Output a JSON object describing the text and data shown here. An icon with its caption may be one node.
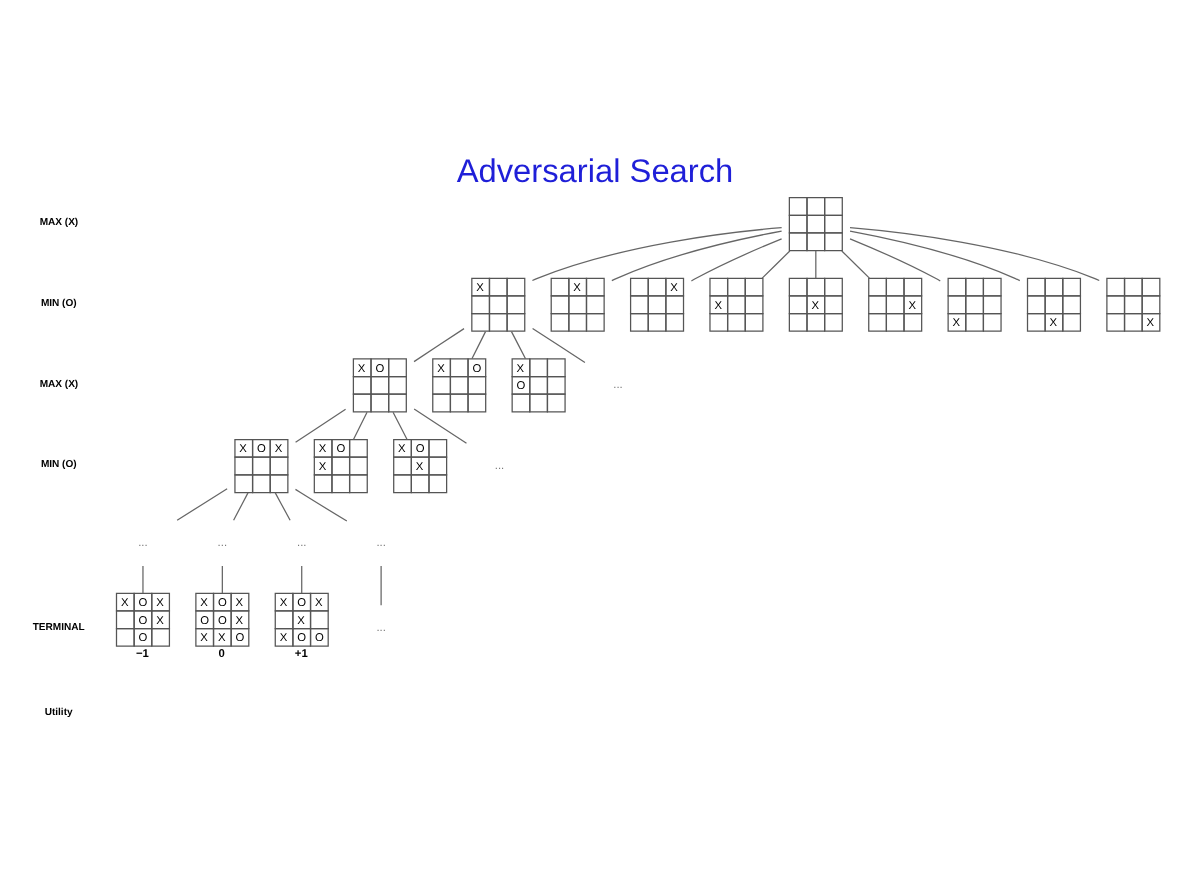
{
  "diagram": {
    "title": "Adversarial Search",
    "nodes": [
      {
        "text": [],
        "shape": "box"
      },
      {
        "text": [
          "X"
        ]
      },
      {
        "text": [
          "X"
        ]
      },
      {
        "text": [
          "X"
        ]
      },
      {
        "text": [
          "X"
        ]
      },
      {
        "text": [
          "X"
        ]
      },
      {
        "text": [
          "X"
        ]
      },
      {
        "text": [
          "X"
        ]
      },
      {
        "text": [
          "X"
        ]
      },
      {
        "text": [
          "X"
        ]
      },
      {
        "text": [
          "X",
          "O"
        ]
      },
      {
        "text": [
          "X",
          "O"
        ]
      },
      {
        "text": [
          "X",
          "O"
        ]
      },
      {
        "text": [
          "..."
        ]
      },
      {
        "text": [
          "X",
          "O",
          "X"
        ]
      },
      {
        "text": [
          "X",
          "O",
          "X"
        ]
      },
      {
        "text": [
          "X",
          "O",
          "X"
        ]
      },
      {
        "text": [
          "..."
        ]
      },
      {
        "text": [
          "..."
        ]
      },
      {
        "text": [
          "..."
        ]
      },
      {
        "text": [
          "..."
        ]
      },
      {
        "text": [
          "..."
        ]
      },
      {
        "text": [
          "..."
        ]
      },
      {
        "text": [
          "X",
          "O",
          "X",
          "O",
          "X",
          "O"
        ],
        "beside": [
          "−1"
        ]
      },
      {
        "text": [
          "X",
          "O",
          "X",
          "O",
          "O",
          "X",
          "X",
          "X",
          "O"
        ],
        "beside": [
          "0"
        ]
      },
      {
        "text": [
          "X",
          "O",
          "X",
          "X",
          "X",
          "O",
          "O"
        ],
        "beside": [
          "+1"
        ]
      }
    ],
    "edges": [
      {
        "from": 0,
        "to": 1,
        "arrow": "none"
      },
      {
        "from": 0,
        "to": 2,
        "arrow": "none"
      },
      {
        "from": 0,
        "to": 3,
        "arrow": "none"
      },
      {
        "from": 0,
        "to": 4,
        "arrow": "none"
      },
      {
        "from": 0,
        "to": 5,
        "arrow": "none"
      },
      {
        "from": 0,
        "to": 6,
        "arrow": "none"
      },
      {
        "from": 0,
        "to": 7,
        "arrow": "none"
      },
      {
        "from": 0,
        "to": 8,
        "arrow": "none"
      },
      {
        "from": 0,
        "to": 9,
        "arrow": "none"
      },
      {
        "from": 1,
        "to": 10,
        "arrow": "none"
      },
      {
        "from": 1,
        "to": 11,
        "arrow": "none"
      },
      {
        "from": 1,
        "to": 12,
        "arrow": "none"
      },
      {
        "from": 1,
        "to": 13,
        "arrow": "none"
      },
      {
        "from": 10,
        "to": 14,
        "arrow": "none"
      },
      {
        "from": 10,
        "to": 15,
        "arrow": "none"
      },
      {
        "from": 10,
        "to": 16,
        "arrow": "none"
      },
      {
        "from": 10,
        "to": 17,
        "arrow": "none"
      },
      {
        "from": 14,
        "to": 18,
        "arrow": "none"
      },
      {
        "from": 14,
        "to": 19,
        "arrow": "none"
      },
      {
        "from": 14,
        "to": 20,
        "arrow": "none"
      },
      {
        "from": 14,
        "to": 21,
        "arrow": "none"
      },
      {
        "from": 18,
        "to": 23,
        "arrow": "none"
      },
      {
        "from": 19,
        "to": 24,
        "arrow": "none"
      },
      {
        "from": 20,
        "to": 25,
        "arrow": "none"
      },
      {
        "from": 21,
        "to": 22,
        "arrow": "none"
      }
    ],
    "labels": [
      "MAX (X)",
      "MIN (O)",
      "MAX (X)",
      "MIN (O)",
      "TERMINAL",
      "Utility"
    ]
  }
}
